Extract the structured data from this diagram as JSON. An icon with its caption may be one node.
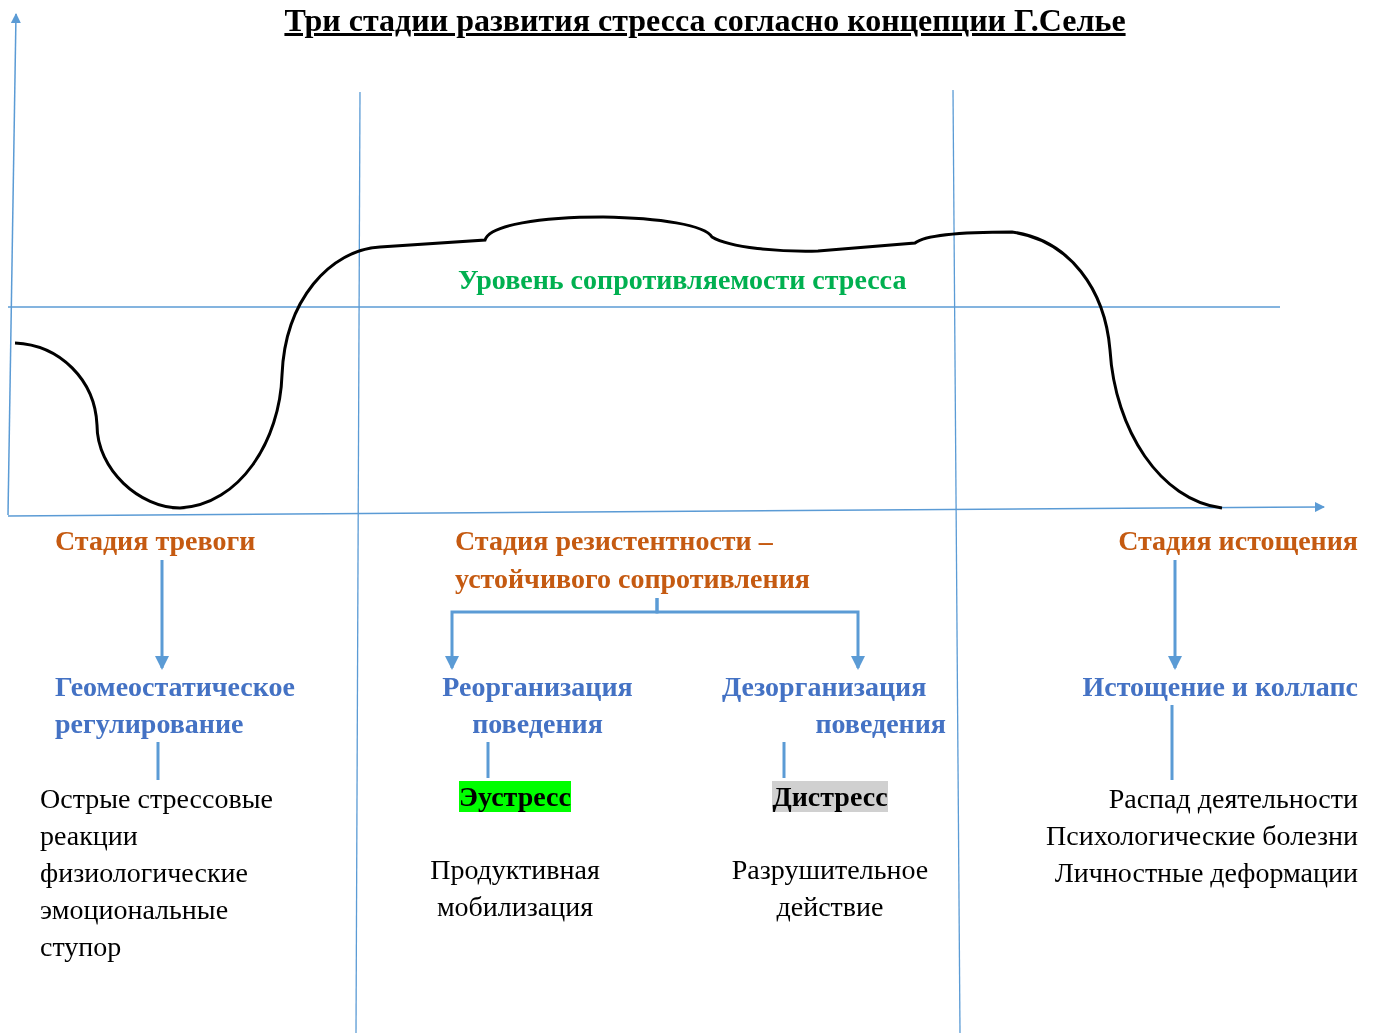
{
  "diagram": {
    "title": "Три стадии развития стресса согласно концепции Г.Селье",
    "nodes": [
      {
        "text": [
          "Стадия тревоги"
        ]
      },
      {
        "text": [
          "Геомеостатическое регулирование"
        ]
      },
      {
        "text": [
          "Острые стрессовые реакции физиологические эмоциональные ступор"
        ]
      },
      {
        "text": [
          "Стадия резистентности – устойчивого сопротивления"
        ]
      },
      {
        "text": [
          "Реорганизация поведения"
        ]
      },
      {
        "text": [
          "Дезорганизация поведения"
        ]
      },
      {
        "text": [
          "Эустресс"
        ],
        "beside": [
          "Продуктивная мобилизация"
        ]
      },
      {
        "text": [
          "Дистресс"
        ],
        "beside": [
          "Разрушительное действие"
        ]
      },
      {
        "text": [
          "Стадия истощения"
        ]
      },
      {
        "text": [
          "Истощение и коллапс"
        ]
      },
      {
        "text": [
          "Распад деятельности",
          "Психологические болезни",
          "Личностные деформации"
        ]
      }
    ],
    "edges": [
      {
        "from": 0,
        "to": 1,
        "arrow": "to"
      },
      {
        "from": 1,
        "to": 2,
        "arrow": "none"
      },
      {
        "from": 3,
        "to": 4,
        "arrow": "to"
      },
      {
        "from": 3,
        "to": 5,
        "arrow": "to"
      },
      {
        "from": 4,
        "to": 6,
        "arrow": "none"
      },
      {
        "from": 5,
        "to": 7,
        "arrow": "none"
      },
      {
        "from": 8,
        "to": 9,
        "arrow": "to"
      },
      {
        "from": 9,
        "to": 10,
        "arrow": "none"
      }
    ],
    "labels": [
      "Уровень сопротивляемости стресса"
    ]
  }
}
